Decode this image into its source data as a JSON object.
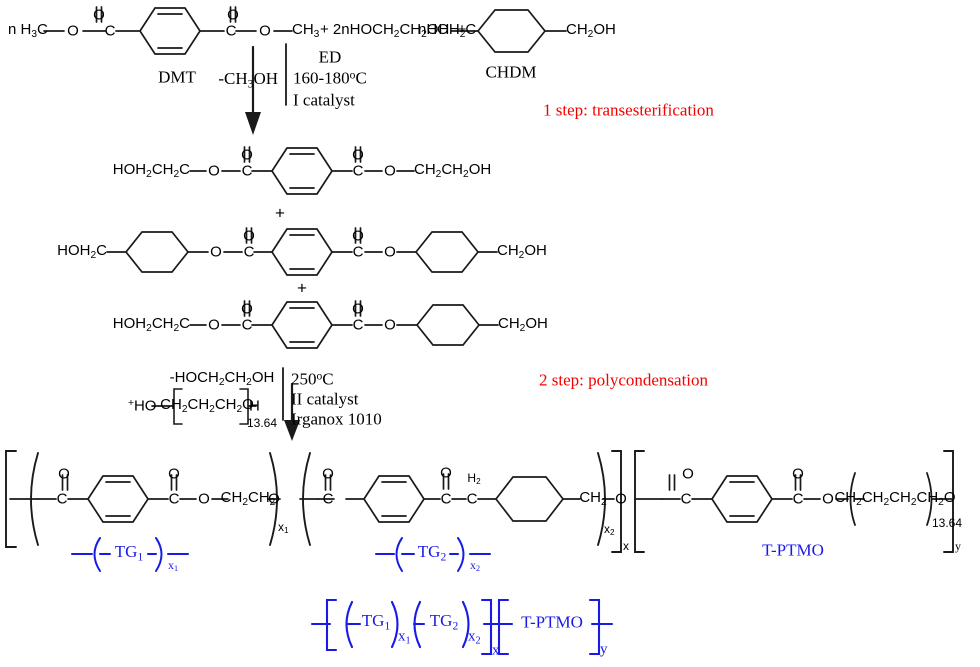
{
  "figure": {
    "kind": "chemical-reaction-scheme",
    "title_visible": false,
    "colors": {
      "ink": "#000000",
      "annotation_red": "#f40000",
      "annotation_blue": "#1a1ae6"
    }
  },
  "reactants": {
    "dmt": {
      "left_group": "n H3C",
      "left_o": "O",
      "carbonyl_c_left": "C",
      "carbonyl_o_left": "O",
      "carbonyl_c_right": "C",
      "carbonyl_o_right": "O",
      "right_o": "O",
      "right_group": "CH3",
      "name": "DMT"
    },
    "ed": {
      "formula_prefix": "+ 2n",
      "formula": "HOCH2CH2OH",
      "plus_after": "+",
      "name": "ED"
    },
    "chdm": {
      "left_group": "nHOH2C",
      "right_group": "CH2OH",
      "name": "CHDM"
    }
  },
  "step1": {
    "byproduct": "-CH3OH",
    "temperature": "160-180°C",
    "catalyst": "I catalyst",
    "annotation": "1 step: transesterification"
  },
  "intermediates": [
    {
      "id": "bhet",
      "left_group": "HOH2CH2C",
      "ester_o_left": "O",
      "c_left": "C",
      "o_left": "O",
      "c_right": "C",
      "o_right": "O",
      "ester_o_right": "O",
      "right_group": "CH2CH2OH",
      "plus_below": "+"
    },
    {
      "id": "bis-chdm-terephthalate",
      "left_group": "HOH2C",
      "ester_o_left": "O",
      "c_left": "C",
      "o_left": "O",
      "c_right": "C",
      "o_right": "O",
      "ester_o_right": "O",
      "right_group": "CH2OH",
      "plus_below": "+"
    },
    {
      "id": "mixed-ester",
      "left_group": "HOH2CH2C",
      "ester_o_left": "O",
      "c_left": "C",
      "o_left": "O",
      "c_right": "C",
      "o_right": "O",
      "ester_o_right": "O",
      "right_group": "CH2OH"
    }
  ],
  "step2": {
    "byproduct": "-HOCH2CH2OH",
    "ptmo_plus": "+",
    "ptmo_left": "HO",
    "ptmo_repeat": "CH2CH2CH2O",
    "ptmo_right": "H",
    "ptmo_subscript": "13.64",
    "temperature": "250°C",
    "catalyst": "II catalyst",
    "stabilizer": "Irganox 1010",
    "annotation": "2 step: polycondensation"
  },
  "polymer": {
    "block1": {
      "c_left": "C",
      "o_left": "O",
      "c_right": "C",
      "o_right": "O",
      "ester_o": "O",
      "chain": "CH2CH2",
      "terminal_o": "O",
      "subscript": "x1",
      "label": "TG1",
      "label_subscript": "x1"
    },
    "block2": {
      "c_left": "C",
      "o_left": "O",
      "c_right": "C",
      "o_right": "O",
      "ch2_top": "H2",
      "ch2_c": "C",
      "chain": "CH2",
      "terminal_o": "O",
      "subscript": "x2",
      "label": "TG2",
      "label_subscript": "x2"
    },
    "outer_subscript_x": "x",
    "block3": {
      "c_left": "C",
      "o_left": "O",
      "c_right": "C",
      "o_right": "O",
      "ester_o": "O",
      "chain": "CH2CH2CH2CH2O",
      "inner_subscript": "13.64",
      "label": "T-PTMO",
      "outer_subscript": "y"
    }
  },
  "summary_formula": {
    "tg1": "TG1",
    "tg1_sub": "x1",
    "tg2": "TG2",
    "tg2_sub": "x2",
    "x_sub": "x",
    "tptmo": "T-PTMO",
    "y_sub": "y"
  }
}
